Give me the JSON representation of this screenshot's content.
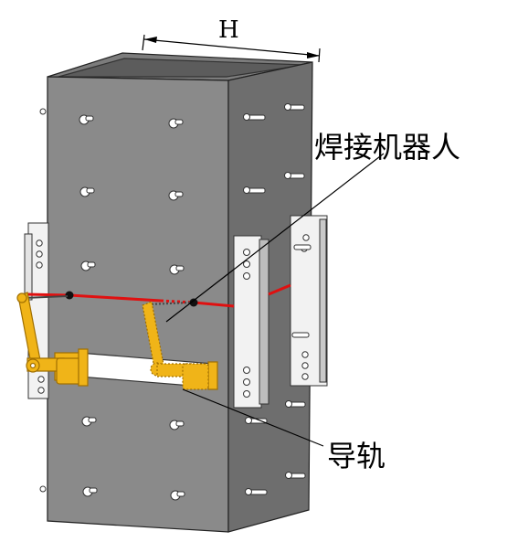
{
  "figure": {
    "dimension_label": "H",
    "robot_label": "焊接机器人",
    "rail_label": "导轨"
  },
  "colors": {
    "box_front": "#8a8a8a",
    "box_side": "#6e6e6e",
    "box_top": "#7c7c7c",
    "box_inner": "#5c5c5c",
    "weld_line": "#e01010",
    "robot": "#f0b418",
    "robot_dark": "#a06f00",
    "plate": "#f2f2f2",
    "stud": "#ffffff",
    "leader": "#000000"
  }
}
